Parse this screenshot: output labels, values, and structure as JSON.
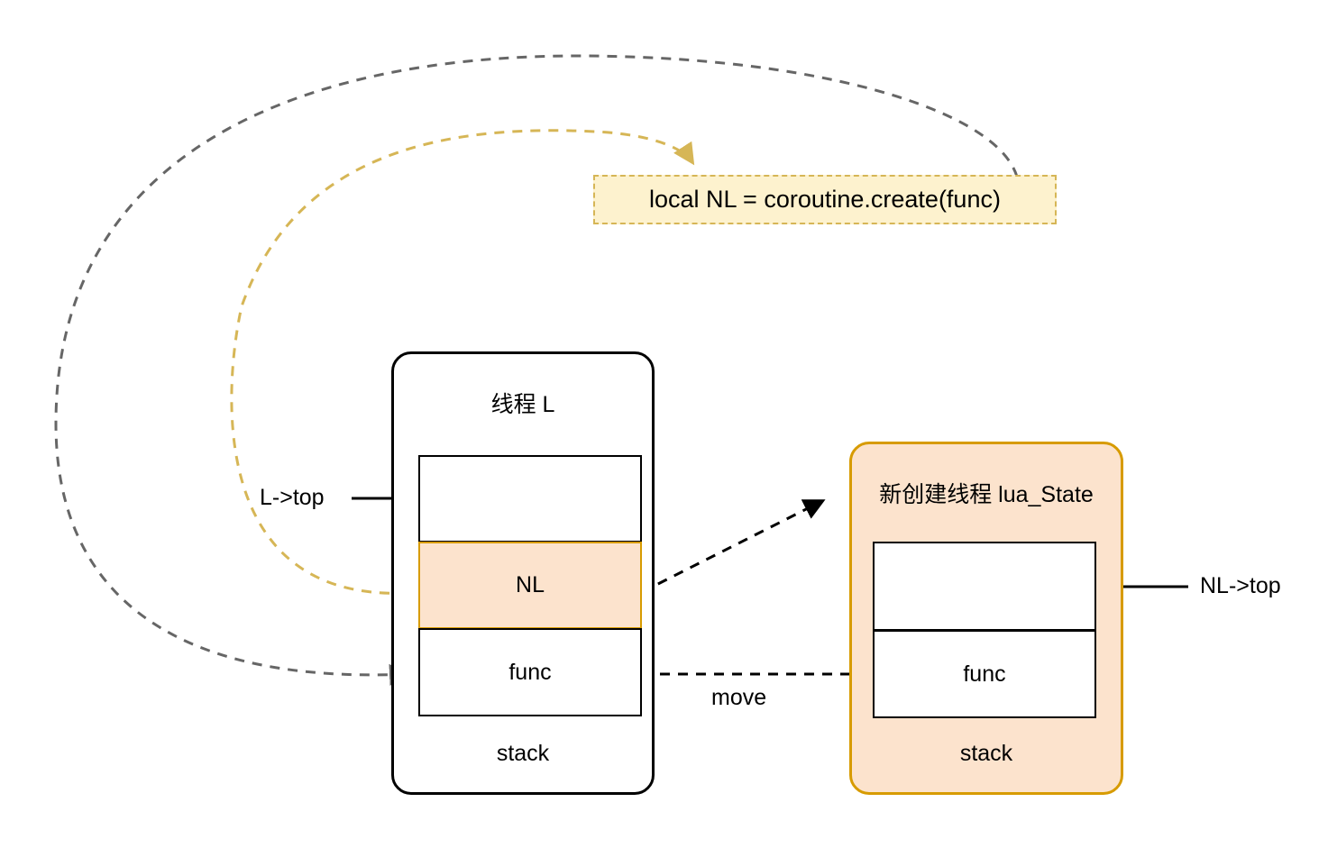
{
  "diagram": {
    "type": "lua-coroutine-create-stack-diagram",
    "background": "#ffffff",
    "code_callout": {
      "text": "local NL = coroutine.create(func)",
      "fill": "#fdf2ce",
      "border": "#d6b656"
    },
    "threads": [
      {
        "id": "thread-l",
        "title": "线程 L",
        "footer": "stack",
        "fill": "#ffffff",
        "border": "#000000",
        "slots": [
          {
            "label": "",
            "state": "empty"
          },
          {
            "label": "NL",
            "state": "filled"
          },
          {
            "label": "func",
            "state": "empty"
          }
        ]
      },
      {
        "id": "thread-nl",
        "title": "新创建线程 lua_State",
        "footer": "stack",
        "fill": "#fce3cd",
        "border": "#d79b00",
        "slots": [
          {
            "label": "",
            "state": "empty"
          },
          {
            "label": "func",
            "state": "empty"
          }
        ]
      }
    ],
    "pointers": [
      {
        "id": "l-top",
        "text": "L->top"
      },
      {
        "id": "nl-top",
        "text": "NL->top"
      }
    ],
    "edges": [
      {
        "id": "move-edge",
        "text": "move",
        "style": "dashed",
        "color": "#000000"
      },
      {
        "id": "nl-ref-edge",
        "text": "",
        "style": "dashed",
        "color": "#000000"
      },
      {
        "id": "func-source-curve",
        "text": "",
        "style": "dashed",
        "color": "#666666"
      },
      {
        "id": "nl-result-curve",
        "text": "",
        "style": "dashed",
        "color": "#d6b656"
      }
    ],
    "colors": {
      "orange_fill": "#fce3cd",
      "orange_border": "#d79b00",
      "yellow_fill": "#fdf2ce",
      "yellow_border": "#d6b656",
      "gray_dash": "#666666",
      "black": "#000000"
    }
  }
}
